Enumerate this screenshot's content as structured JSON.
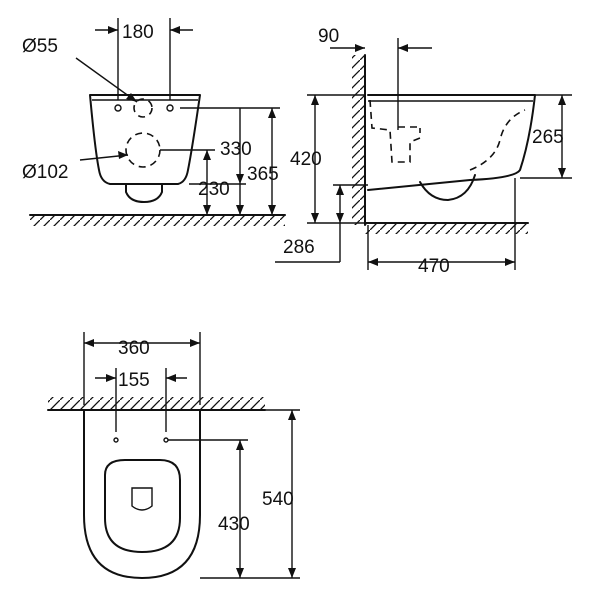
{
  "front_view": {
    "dim_180": "180",
    "dim_55": "Ø55",
    "dim_102": "Ø102",
    "dim_330": "330",
    "dim_230": "230",
    "dim_365": "365"
  },
  "side_view": {
    "dim_90": "90",
    "dim_420": "420",
    "dim_265": "265",
    "dim_286": "286",
    "dim_470": "470"
  },
  "top_view": {
    "dim_360": "360",
    "dim_155": "155",
    "dim_430": "430",
    "dim_540": "540"
  }
}
